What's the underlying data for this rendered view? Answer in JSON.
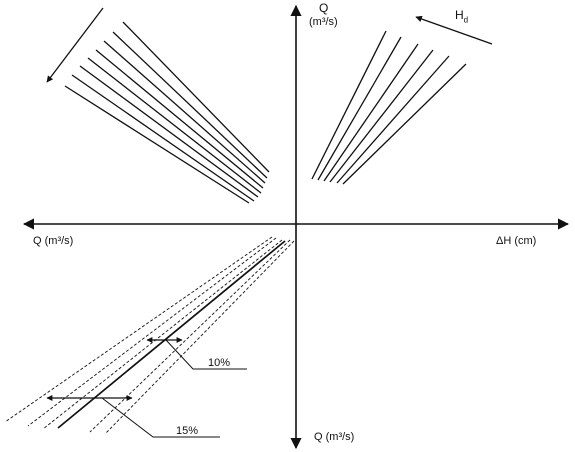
{
  "labels": {
    "q_top": "Q",
    "q_top_unit": "(m³/s)",
    "hd": "H",
    "hd_sub": "d",
    "q_left": "Q (m³/s)",
    "dh_right": "ΔH (cm)",
    "q_bottom": "Q (m³/s)",
    "pct_10": "10%",
    "pct_15": "15%"
  },
  "colors": {
    "ink": "#111111"
  }
}
